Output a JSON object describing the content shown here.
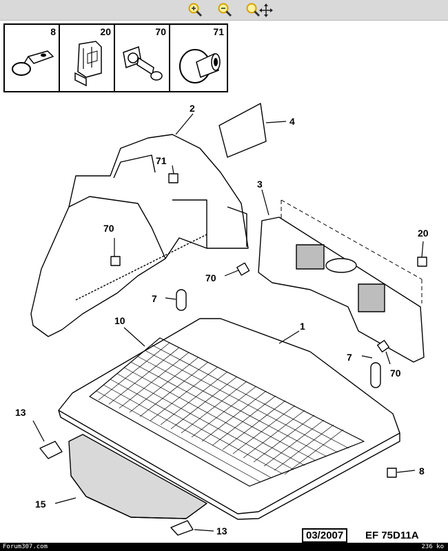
{
  "toolbar": {
    "buttons": [
      {
        "icon": "zoom-in-icon"
      },
      {
        "icon": "zoom-out-icon"
      },
      {
        "icon": "zoom-pan-icon"
      }
    ]
  },
  "kit": {
    "parts": [
      {
        "number": "8",
        "icon": "bracket-clip-icon"
      },
      {
        "number": "20",
        "icon": "retaining-clip-icon"
      },
      {
        "number": "70",
        "icon": "push-rivet-icon"
      },
      {
        "number": "71",
        "icon": "grommet-icon"
      }
    ]
  },
  "callouts": {
    "c1": "1",
    "c2": "2",
    "c3": "3",
    "c4": "4",
    "c7a": "7",
    "c7b": "7",
    "c8": "8",
    "c10": "10",
    "c13a": "13",
    "c13b": "13",
    "c15": "15",
    "c20": "20",
    "c70a": "70",
    "c70b": "70",
    "c70c": "70",
    "c71": "71"
  },
  "footer": {
    "date": "03/2007",
    "ref": "EF 75D11A"
  },
  "status": {
    "left": "Forum307.com",
    "right": "236 ko"
  },
  "colors": {
    "toolbar_bg": "#d9d9d9",
    "zoom_icon": "#e8b400",
    "status_bg": "#000000"
  }
}
